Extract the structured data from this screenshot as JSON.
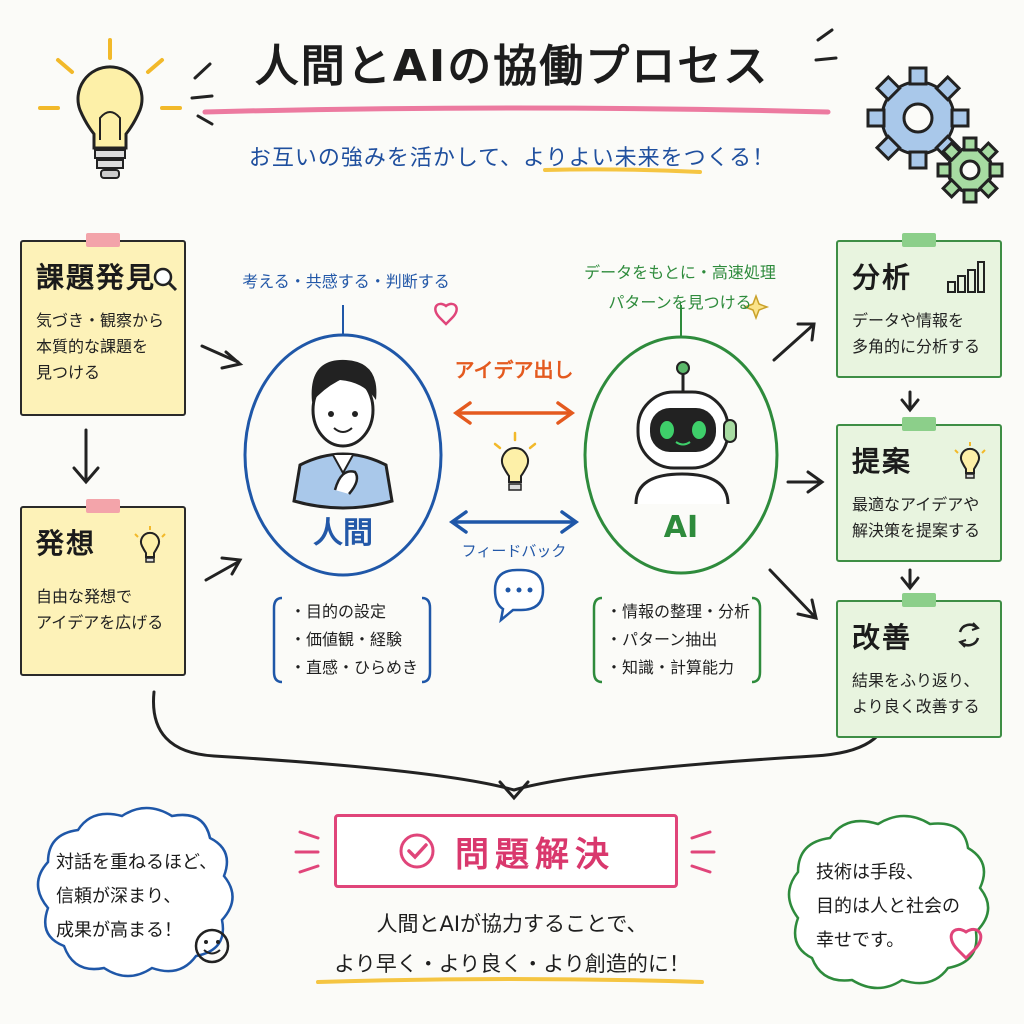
{
  "title": "人間とAIの協働プロセス",
  "subtitle": "お互いの強みを活かして、よりよい未来をつくる！",
  "left_notes": [
    {
      "title": "課題発見",
      "lines": [
        "気づき・観察から",
        "本質的な課題を",
        "見つける"
      ]
    },
    {
      "title": "発想",
      "lines": [
        "自由な発想で",
        "アイデアを広げる"
      ]
    }
  ],
  "right_notes": [
    {
      "title": "分析",
      "lines": [
        "データや情報を",
        "多角的に分析する"
      ]
    },
    {
      "title": "提案",
      "lines": [
        "最適なアイデアや",
        "解決策を提案する"
      ]
    },
    {
      "title": "改善",
      "lines": [
        "結果をふり返り、",
        "より良く改善する"
      ]
    }
  ],
  "human": {
    "caption": "考える・共感する・判断する",
    "name": "人間",
    "strengths": [
      "目的の設定",
      "価値観・経験",
      "直感・ひらめき"
    ]
  },
  "ai": {
    "caption_lines": [
      "データをもとに・高速処理",
      "パターンを見つける"
    ],
    "name": "AI",
    "strengths": [
      "情報の整理・分析",
      "パターン抽出",
      "知識・計算能力"
    ]
  },
  "exchange": {
    "top_label": "アイデア出し",
    "bottom_label": "フィードバック"
  },
  "result": {
    "box_label": "問題解決",
    "lines": [
      "人間とAIが協力することで、",
      "より早く・より良く・より創造的に！"
    ]
  },
  "left_cloud_lines": [
    "対話を重ねるほど、",
    "信頼が深まり、",
    "成果が高まる！"
  ],
  "right_cloud_lines": [
    "技術は手段、",
    "目的は人と社会の",
    "幸せです。"
  ],
  "colors": {
    "human_blue": "#1f57a8",
    "ai_green": "#2e8b3c",
    "accent_pink": "#e0457a",
    "accent_orange": "#e45a1f",
    "note_yellow": "#fdf2b8",
    "note_green": "#e8f4df"
  }
}
